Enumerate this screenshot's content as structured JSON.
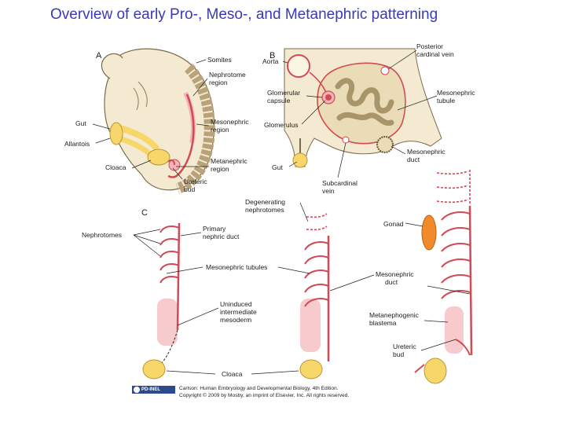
{
  "title": "Overview of early Pro-, Meso-, and Metanephric patterning",
  "panels": {
    "a": "A",
    "b": "B",
    "c": "C"
  },
  "labels_a": {
    "somites": "Somites",
    "nephrotome_1": "Nephrotome",
    "nephrotome_2": "region",
    "gut": "Gut",
    "allantois": "Allantois",
    "mesonephric_1": "Mesonephric",
    "mesonephric_2": "region",
    "cloaca": "Cloaca",
    "metanephric_1": "Metanephric",
    "metanephric_2": "region",
    "ureteric_1": "Ureteric",
    "ureteric_2": "bud"
  },
  "labels_b": {
    "aorta": "Aorta",
    "posterior_1": "Posterior",
    "posterior_2": "cardinal vein",
    "glomerular_1": "Glomerular",
    "glomerular_2": "capsule",
    "mesotubule_1": "Mesonephric",
    "mesotubule_2": "tubule",
    "glomerulus": "Glomerulus",
    "mesoduct_1": "Mesonephric",
    "mesoduct_2": "duct",
    "gut": "Gut",
    "subcardinal_1": "Subcardinal",
    "subcardinal_2": "vein"
  },
  "labels_c": {
    "nephrotomes": "Nephrotomes",
    "primary_1": "Primary",
    "primary_2": "nephric duct",
    "degenerating_1": "Degenerating",
    "degenerating_2": "nephrotomes",
    "gonad": "Gonad",
    "meso_tubules": "Mesonephric tubules",
    "meso_duct_1": "Mesonephric",
    "meso_duct_2": "duct",
    "uninduced_1": "Uninduced",
    "uninduced_2": "intermediate",
    "uninduced_3": "mesoderm",
    "metaneph_1": "Metanephogenic",
    "metaneph_2": "blastema",
    "ureteric_1": "Ureteric",
    "ureteric_2": "bud",
    "cloaca": "Cloaca"
  },
  "logo_text": "PD-INEL",
  "credit_1": "Carlson: Human Embryology and Developmental Biology, 4th Edition.",
  "credit_2": "Copyright © 2009 by Mosby, an imprint of Elsevier, Inc. All rights reserved.",
  "colors": {
    "title": "#3a3ab4",
    "embryo": "#f3ead1",
    "somite": "#b9a27a",
    "duct": "#d14a55",
    "yolk": "#f7d66a",
    "mesoderm": "#f4b3b8",
    "gonad": "#f08a2a"
  }
}
